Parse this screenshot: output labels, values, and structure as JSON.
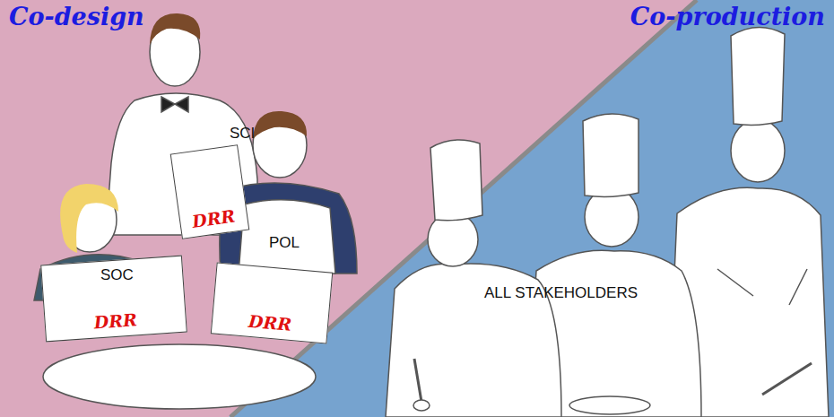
{
  "diagram": {
    "nodes": [
      {
        "text": [
          "Co-design"
        ]
      },
      {
        "text": [
          "Co-production"
        ]
      },
      {
        "text": [
          "DRR"
        ],
        "in": 0
      },
      {
        "text": [
          "DRR"
        ],
        "in": 0
      },
      {
        "text": [
          "DRR"
        ],
        "in": 0
      }
    ],
    "labels": [
      "SCI",
      "SOC",
      "POL",
      "ALL STAKEHOLDERS"
    ]
  }
}
